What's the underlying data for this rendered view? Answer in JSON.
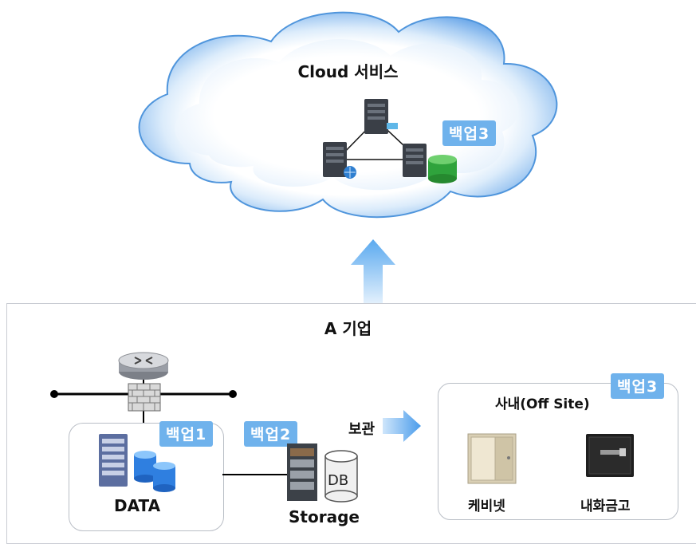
{
  "cloud": {
    "title": "Cloud 서비스",
    "badge": "백업3"
  },
  "corporation": {
    "title": "A 기업",
    "data_label": "DATA",
    "badge_1": "백업1",
    "badge_2": "백업2",
    "storage_label": "Storage",
    "db_label": "DB",
    "keep_label": "보관",
    "offsite_title": "사내(Off Site)",
    "offsite_badge": "백업3",
    "cabinet_label": "케비넷",
    "safe_label": "내화금고"
  },
  "colors": {
    "badge": "#6fb2ec",
    "cloud_outer": "#5b9fe0",
    "arrow": "#6fb6f0"
  }
}
